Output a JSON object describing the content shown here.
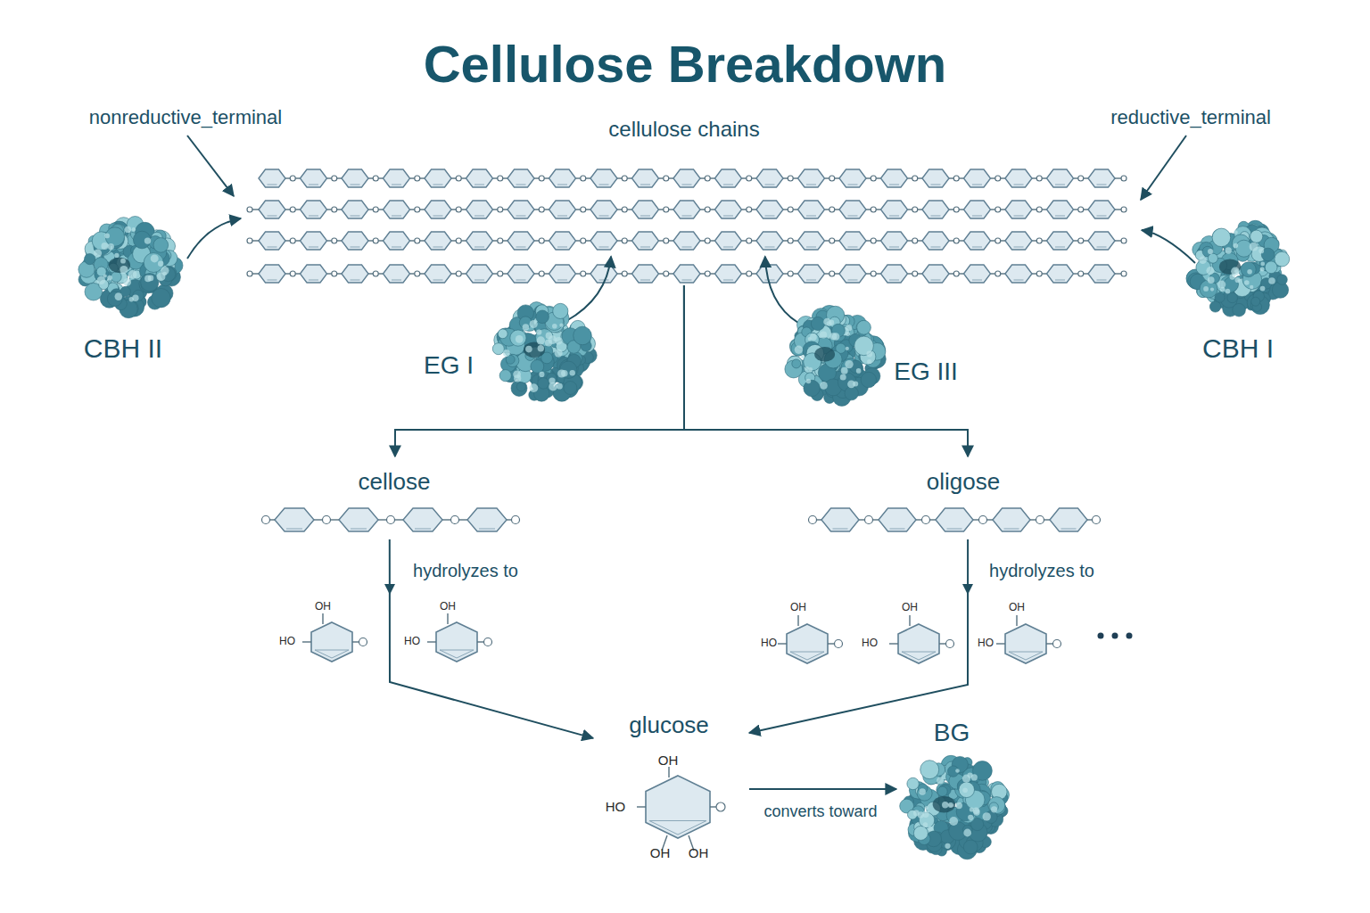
{
  "diagram": {
    "title": "Cellulose Breakdown",
    "nodes": [
      {
        "text": [
          "cellulose chains"
        ]
      },
      {
        "text": [
          "CBH II"
        ]
      },
      {
        "text": [
          "EG I"
        ]
      },
      {
        "text": [
          "EG III"
        ]
      },
      {
        "text": [
          "CBH I"
        ]
      },
      {
        "text": [
          "cellose"
        ]
      },
      {
        "text": [
          "oligose"
        ]
      },
      {
        "text": [
          "glucose"
        ]
      },
      {
        "text": [
          "BG"
        ]
      }
    ],
    "edges": [
      {
        "from": 1,
        "to": 0,
        "arrow": "to"
      },
      {
        "from": 2,
        "to": 0,
        "arrow": "to"
      },
      {
        "from": 3,
        "to": 0,
        "arrow": "to"
      },
      {
        "from": 4,
        "to": 0,
        "arrow": "to"
      },
      {
        "from": 0,
        "to": 5,
        "arrow": "to"
      },
      {
        "from": 0,
        "to": 6,
        "arrow": "to"
      },
      {
        "from": 5,
        "to": 7,
        "label": "hydrolyzes to",
        "arrow": "to"
      },
      {
        "from": 6,
        "to": 7,
        "label": "hydrolyzes to",
        "arrow": "to"
      },
      {
        "from": 7,
        "to": 8,
        "label": "converts toward",
        "arrow": "to"
      }
    ],
    "labels": [
      "nonreductive_terminal",
      "reductive_terminal",
      "OH",
      "HO",
      "OH",
      "HO",
      "OH",
      "HO",
      "OH",
      "HO",
      "OH",
      "HO",
      "OH",
      "HO",
      "OH",
      "OH"
    ]
  }
}
